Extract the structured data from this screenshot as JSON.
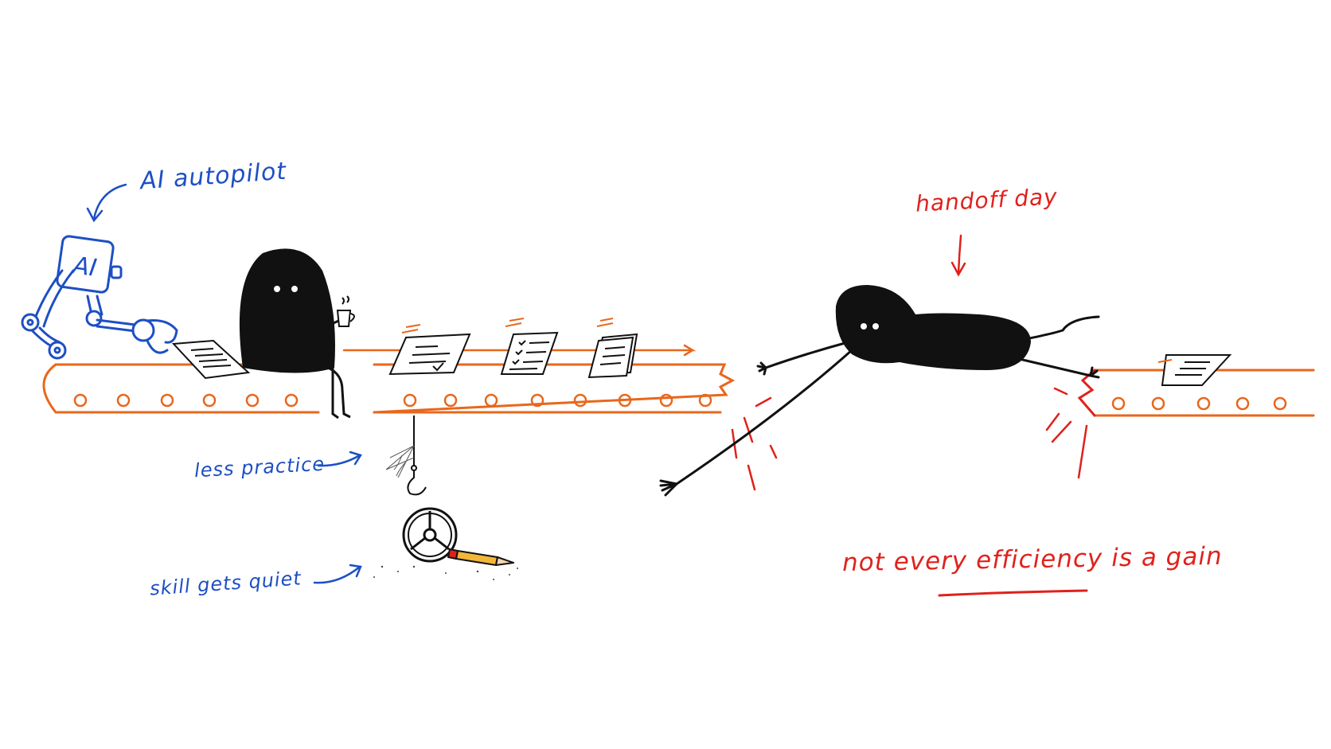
{
  "labels": {
    "ai_autopilot": "AI autopilot",
    "robot_badge": "AI",
    "handoff_day": "handoff day",
    "less_practice": "less practice",
    "skill_gets_quiet": "skill gets quiet",
    "tagline": "not every efficiency is a gain"
  },
  "colors": {
    "ink": "#111111",
    "blue": "#1d4fc4",
    "orange": "#e8671c",
    "red": "#e0211b"
  },
  "icons": {
    "robot_arm": "robot-arm-icon",
    "blob_sitting": "shadow-creature-sitting",
    "blob_stretching": "shadow-creature-stretching",
    "coffee": "coffee-mug-icon",
    "steering_wheel": "steering-wheel-icon",
    "pencil": "pencil-icon",
    "cobweb": "cobweb-icon",
    "hook": "hook-icon"
  }
}
